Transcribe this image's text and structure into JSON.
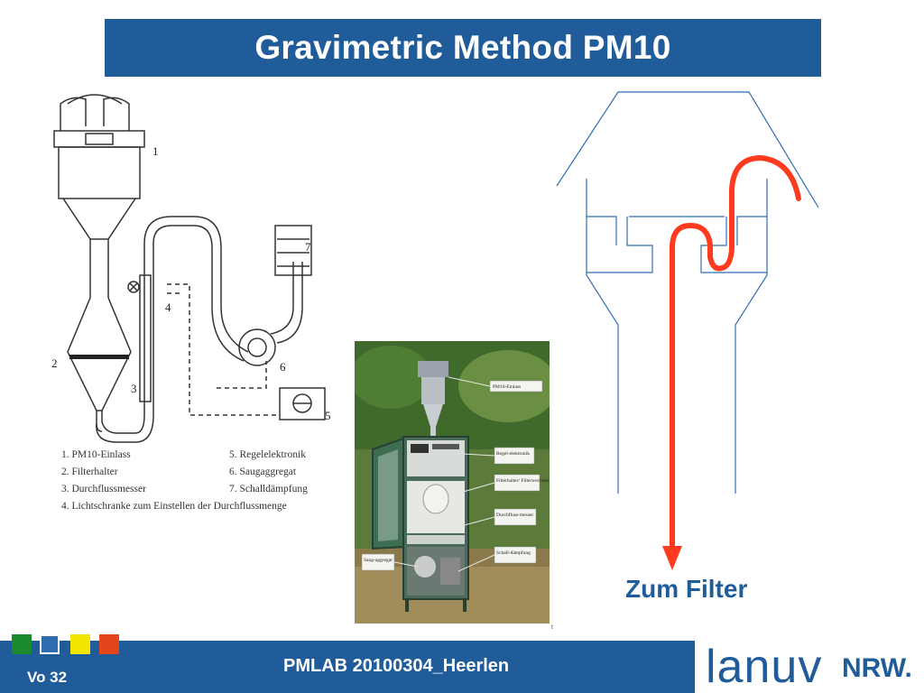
{
  "slide": {
    "title": "Gravimetric Method PM10",
    "footer_text": "PMLAB 20100304_Heerlen",
    "page_number": "Vo 32"
  },
  "schematic": {
    "numbers": [
      "1",
      "2",
      "3",
      "4",
      "5",
      "6",
      "7"
    ],
    "legend": [
      "1. PM10-Einlass",
      "2. Filterhalter",
      "3. Durchflussmesser",
      "5. Regelelektronik",
      "6. Saugaggregat",
      "7. Schalldämpfung",
      "4. Lichtschranke zum Einstellen der Durchflussmenge"
    ]
  },
  "photo": {
    "labels": [
      "PM10-Einlass",
      "Regel-elektronik",
      "Filterhalter/ Filterwechsler",
      "Durchfluss-messer",
      "Saug-aggregat",
      "Schall-dämpfung"
    ],
    "corner_mark": "t"
  },
  "funnel": {
    "label": "Zum Filter",
    "line_color": "#2f6db0",
    "arrow_color": "#ff3b1f"
  },
  "logo": {
    "main": "lanuv",
    "suffix": "NRW."
  },
  "colors": {
    "title_bg": "#1f5c99",
    "squares": [
      "#1a8a2e",
      "#2f6db0",
      "#f2e600",
      "#e4461c"
    ]
  }
}
